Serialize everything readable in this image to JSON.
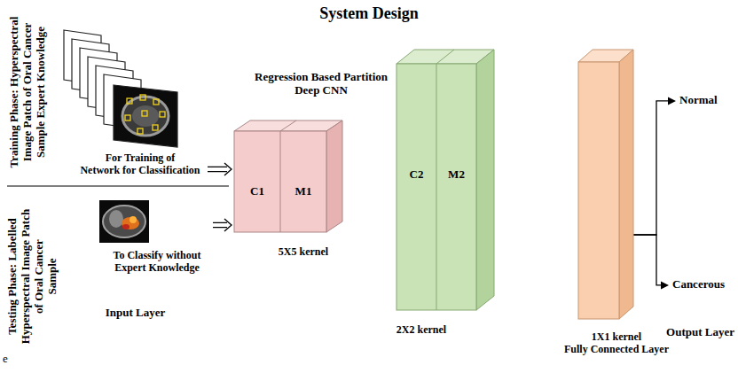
{
  "diagram": {
    "title": "System Design",
    "nodes": [
      {
        "text": [
          "Training Phase: Hyperspectral Image Patch of Oral Cancer Sample Expert Knowledge",
          "For Training of Network for Classification"
        ]
      },
      {
        "text": [
          "Testing Phase: Labelled Hyperspectral Image Patch of Oral Cancer Sample",
          "To Classify without Expert Knowledge"
        ]
      },
      {
        "text": [
          "C1",
          "M1",
          "5X5 kernel"
        ]
      },
      {
        "text": [
          "C2",
          "M2",
          "2X2 kernel"
        ]
      },
      {
        "text": [
          "1X1 kernel Fully Connected Layer"
        ]
      },
      {
        "text": [
          "Normal"
        ]
      },
      {
        "text": [
          "Cancerous"
        ]
      }
    ],
    "edges": [
      {
        "from": 0,
        "to": 2,
        "arrow": "to"
      },
      {
        "from": 1,
        "to": 2,
        "arrow": "to"
      },
      {
        "from": 4,
        "to": 5,
        "arrow": "to"
      },
      {
        "from": 4,
        "to": 6,
        "arrow": "to"
      }
    ],
    "labels": [
      "Regression Based Partition Deep CNN",
      "Input Layer",
      "Output Layer",
      "e"
    ]
  }
}
